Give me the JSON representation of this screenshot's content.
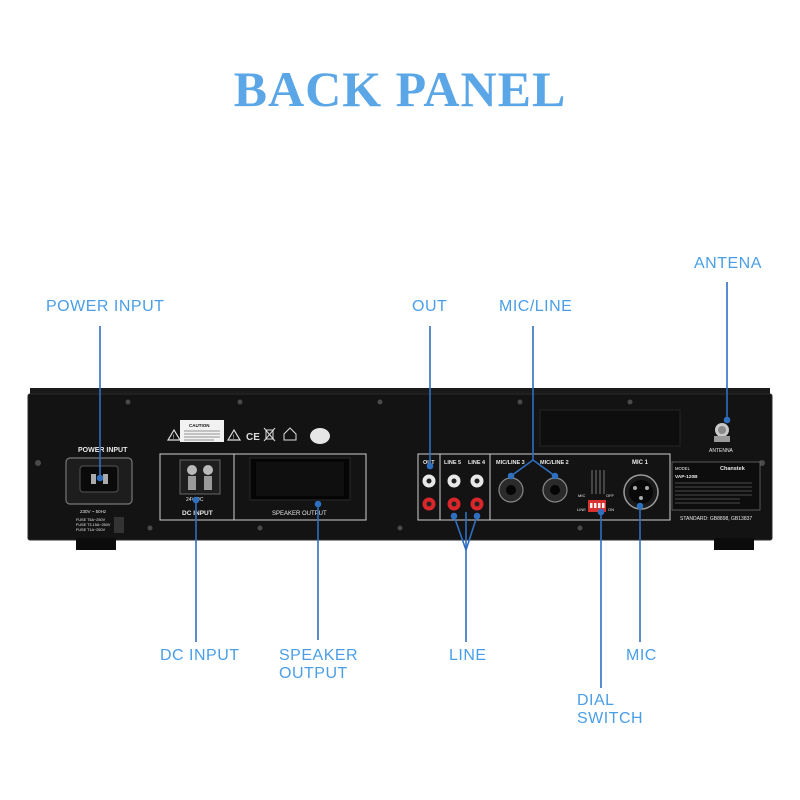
{
  "title": "BACK PANEL",
  "callouts": {
    "power_input": "POWER INPUT",
    "out": "OUT",
    "mic_line": "MIC/LINE",
    "antena": "ANTENA",
    "dc_input": "DC INPUT",
    "speaker_output_1": "SPEAKER",
    "speaker_output_2": "OUTPUT",
    "line": "LINE",
    "mic": "MIC",
    "dial_switch_1": "DIAL",
    "dial_switch_2": "SWITCH"
  },
  "panel": {
    "power_input": "POWER INPUT",
    "voltage": "230V ~ 50Hz",
    "fuse_1": "FUSE T5A~250V",
    "fuse_2": "FUSE T3.15A~250V",
    "fuse_3": "FUSE T1A~250V",
    "caution": "CAUTION",
    "dc_volt": "24V DC",
    "dc_input": "DC INPUT",
    "speaker_output": "SPEAKER OUTPUT",
    "out": "OUT",
    "line5": "LINE 5",
    "line4": "LINE 4",
    "mic_line3": "MIC/LINE 3",
    "mic_line2": "MIC/LINE 2",
    "mic1": "MIC 1",
    "mic_sw": "MIC",
    "line_sw": "LINE",
    "off": "OFF",
    "on": "ON",
    "brand": "Chanstek",
    "model_label": "MODEL",
    "model": "VAP-120B",
    "standard": "STANDARD: GB8898, GB13837",
    "antenna": "ANTENNA"
  }
}
